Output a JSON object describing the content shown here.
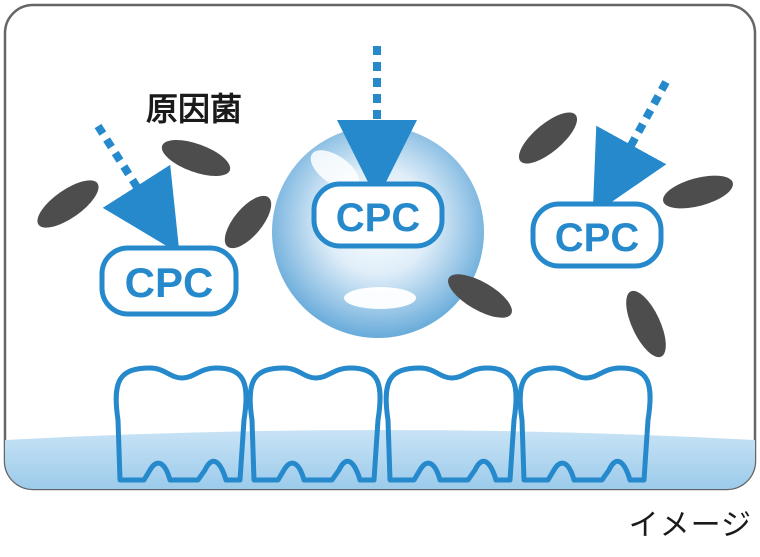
{
  "diagram": {
    "bacteria_label": "原因菌",
    "cpc_labels": [
      "CPC",
      "CPC",
      "CPC"
    ],
    "caption": "イメージ"
  },
  "colors": {
    "accent_blue": "#2589cc",
    "bacteria_gray": "#4d4d4d",
    "gum_blue": "#a9d4ef",
    "frame_gray": "#666666"
  },
  "icons": [
    "down-arrow-icon",
    "tooth-icon",
    "bacteria-icon"
  ]
}
